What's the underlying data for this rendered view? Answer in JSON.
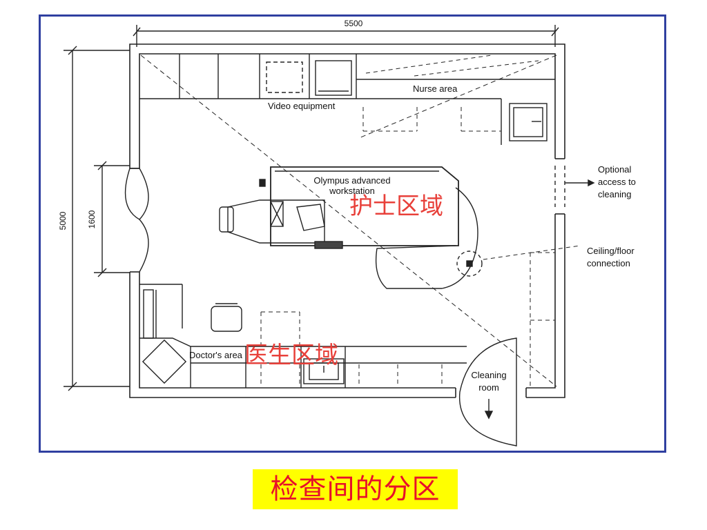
{
  "dimensions": {
    "width": "5500",
    "height": "5000",
    "door_width": "1600"
  },
  "labels": {
    "video_equipment": "Video equipment",
    "nurse_area": "Nurse area",
    "workstation_line1": "Olympus advanced",
    "workstation_line2": "workstation",
    "optional_line1": "Optional",
    "optional_line2": "access to",
    "optional_line3": "cleaning",
    "ceiling_line1": "Ceiling/floor",
    "ceiling_line2": "connection",
    "doctors_area": "Doctor's area",
    "cleaning_line1": "Cleaning",
    "cleaning_line2": "room"
  },
  "overlays": {
    "nurse_zone": "护士区域",
    "doctor_zone": "医生区域"
  },
  "caption": "检查间的分区",
  "colors": {
    "frame_border": "#2f3fa0",
    "overlay_text": "#e8403a",
    "caption_bg": "#ffff00",
    "caption_text": "#e8102a"
  }
}
